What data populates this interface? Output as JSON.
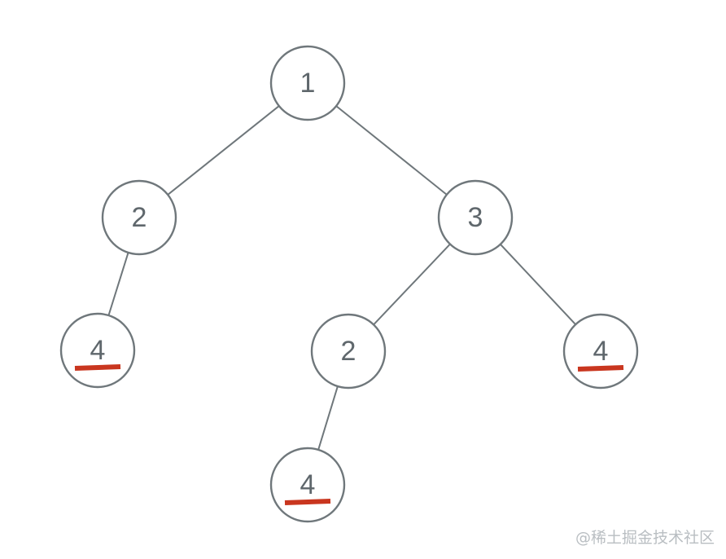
{
  "colors": {
    "edge": "#6f777b",
    "node_stroke": "#6f777b",
    "label": "#5f676c",
    "highlight": "#c9361f",
    "watermark": "#b9bec2"
  },
  "tree": {
    "nodes": [
      {
        "id": "n1",
        "label": "1",
        "highlighted": false
      },
      {
        "id": "n2",
        "label": "2",
        "highlighted": false
      },
      {
        "id": "n3",
        "label": "3",
        "highlighted": false
      },
      {
        "id": "n4",
        "label": "4",
        "highlighted": true
      },
      {
        "id": "n5",
        "label": "2",
        "highlighted": false
      },
      {
        "id": "n6",
        "label": "4",
        "highlighted": true
      },
      {
        "id": "n7",
        "label": "4",
        "highlighted": true
      }
    ],
    "edges": [
      {
        "from": "n1",
        "to": "n2"
      },
      {
        "from": "n1",
        "to": "n3"
      },
      {
        "from": "n2",
        "to": "n4"
      },
      {
        "from": "n3",
        "to": "n5"
      },
      {
        "from": "n3",
        "to": "n6"
      },
      {
        "from": "n5",
        "to": "n7"
      }
    ]
  },
  "watermark": "@稀土掘金技术社区"
}
